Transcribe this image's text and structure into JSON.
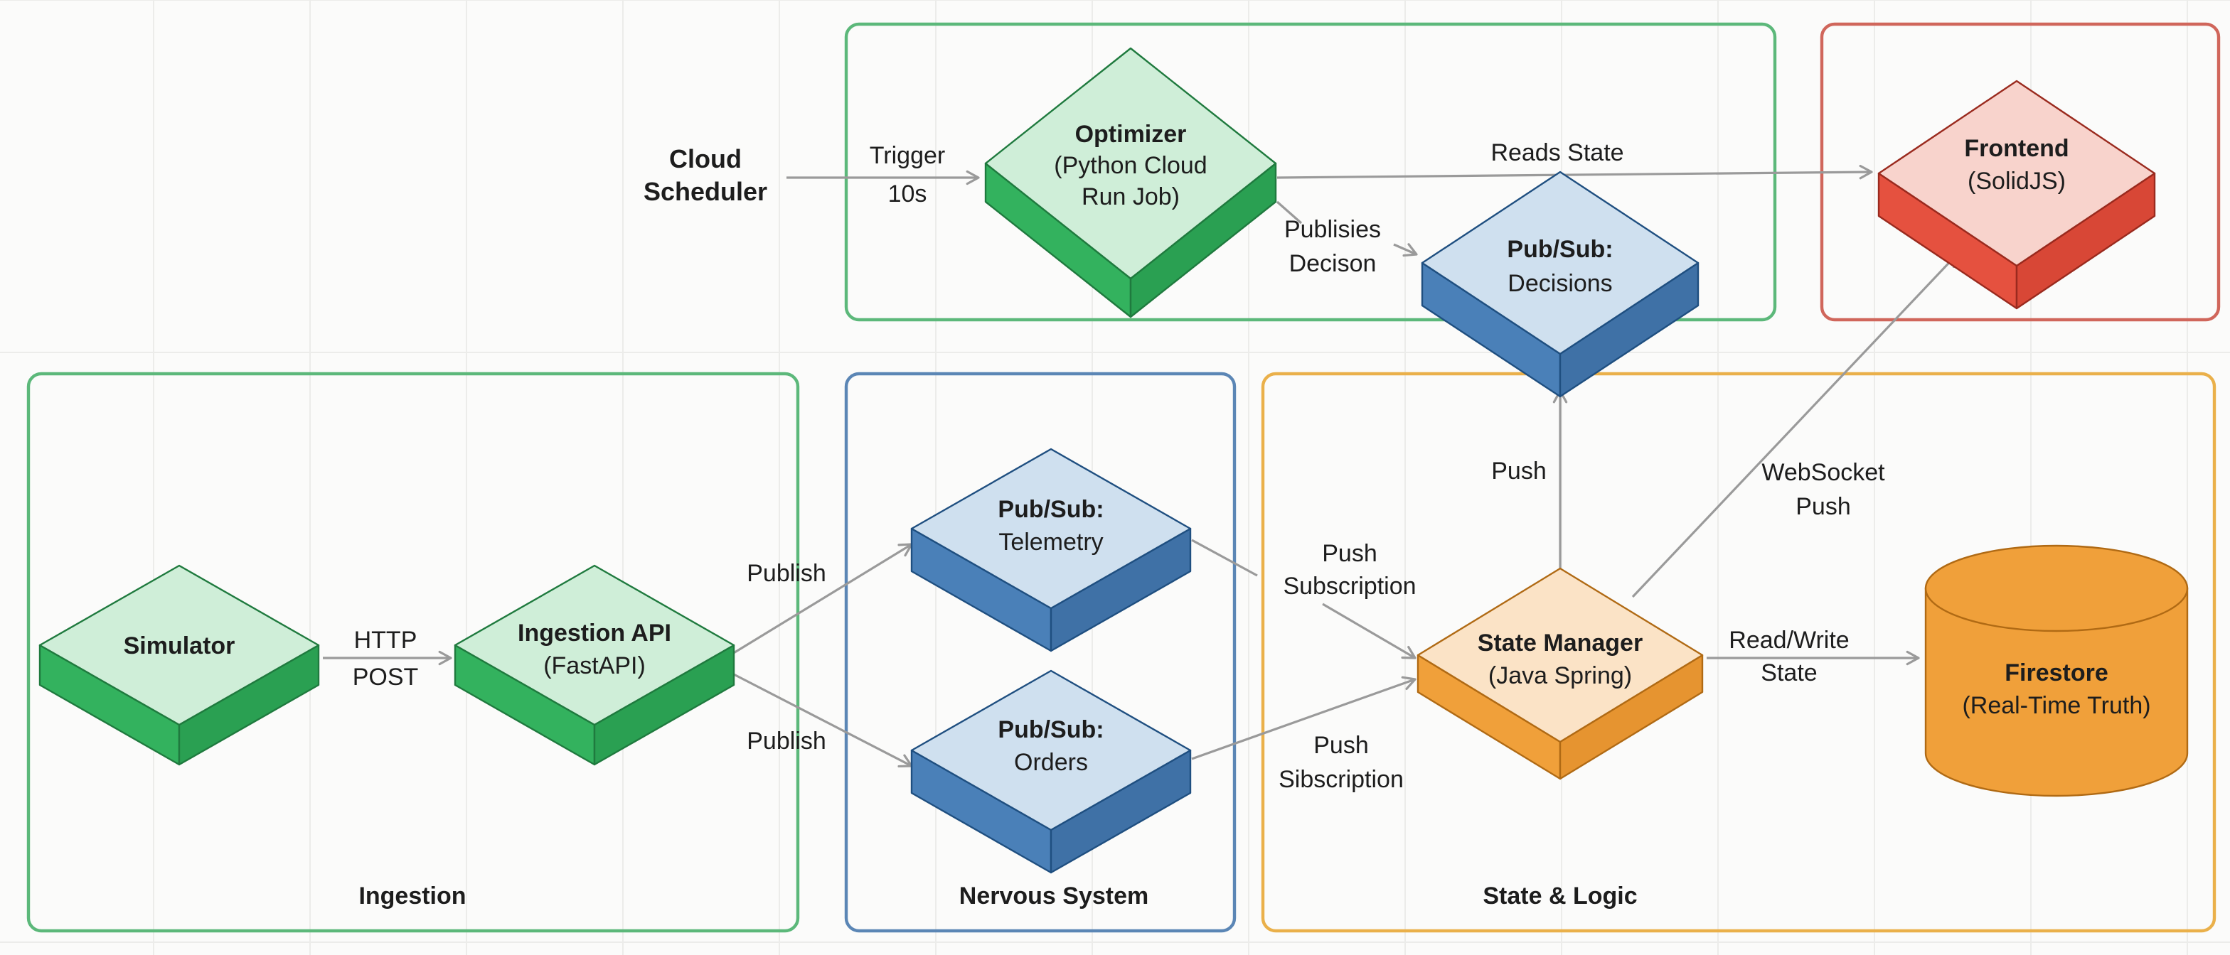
{
  "diagram": {
    "colors": {
      "green": {
        "top": "#cfeed8",
        "side": "#33b25e",
        "sideDark": "#2aa052",
        "stroke": "#1f7a3e",
        "box": "#5cb87a"
      },
      "blue": {
        "top": "#cfe0ef",
        "side": "#4a80b8",
        "sideDark": "#3f71a6",
        "stroke": "#1f4f80",
        "box": "#5b86b5"
      },
      "orange": {
        "top": "#fbe3c6",
        "side": "#f0a03a",
        "sideDark": "#e69430",
        "stroke": "#b06a14",
        "box": "#eab04a"
      },
      "red": {
        "top": "#f8d3cc",
        "side": "#e5513f",
        "sideDark": "#d84736",
        "stroke": "#9a2a1e",
        "box": "#d0665b"
      },
      "edge": "#9a9a9a",
      "text": "#1d1d1d"
    },
    "groups": [
      {
        "id": "optimizer-group",
        "label": "",
        "color": "green"
      },
      {
        "id": "frontend-group",
        "label": "",
        "color": "red"
      },
      {
        "id": "ingestion-group",
        "label": "Ingestion",
        "color": "green"
      },
      {
        "id": "nervous-system-group",
        "label": "Nervous System",
        "color": "blue"
      },
      {
        "id": "state-logic-group",
        "label": "State & Logic",
        "color": "orange"
      }
    ],
    "nodes": {
      "cloud_scheduler": {
        "lines": [
          "Cloud",
          "Scheduler"
        ]
      },
      "optimizer": {
        "lines": [
          "Optimizer",
          "(Python Cloud",
          "Run Job)"
        ],
        "color": "green"
      },
      "decisions": {
        "lines": [
          "Pub/Sub:",
          "Decisions"
        ],
        "color": "blue"
      },
      "frontend": {
        "lines": [
          "Frontend",
          "(SolidJS)"
        ],
        "color": "red"
      },
      "simulator": {
        "lines": [
          "Simulator"
        ],
        "color": "green"
      },
      "ingestion_api": {
        "lines": [
          "Ingestion API",
          "(FastAPI)"
        ],
        "color": "green"
      },
      "telemetry": {
        "lines": [
          "Pub/Sub:",
          "Telemetry"
        ],
        "color": "blue"
      },
      "orders": {
        "lines": [
          "Pub/Sub:",
          "Orders"
        ],
        "color": "blue"
      },
      "state_manager": {
        "lines": [
          "State Manager",
          "(Java Spring)"
        ],
        "color": "orange"
      },
      "firestore": {
        "lines": [
          "Firestore",
          "(Real-Time Truth)"
        ],
        "color": "orange"
      }
    },
    "edges": [
      {
        "id": "scheduler-to-optimizer",
        "lines": [
          "Trigger",
          "10s"
        ]
      },
      {
        "id": "optimizer-to-frontend",
        "lines": [
          "Reads State"
        ]
      },
      {
        "id": "optimizer-to-decisions",
        "lines": [
          "Publisies",
          "Decison"
        ]
      },
      {
        "id": "simulator-to-ingestion",
        "lines": [
          "HTTP",
          "POST"
        ]
      },
      {
        "id": "ingestion-to-telemetry",
        "lines": [
          "Publish"
        ]
      },
      {
        "id": "ingestion-to-orders",
        "lines": [
          "Publish"
        ]
      },
      {
        "id": "telemetry-to-state",
        "lines": [
          "Push",
          "Subscription"
        ]
      },
      {
        "id": "orders-to-state",
        "lines": [
          "Push",
          "Sibscription"
        ]
      },
      {
        "id": "state-to-decisions",
        "lines": [
          "Push"
        ]
      },
      {
        "id": "state-to-frontend",
        "lines": [
          "WebSocket",
          "Push"
        ]
      },
      {
        "id": "state-to-firestore",
        "lines": [
          "Read/Write",
          "State"
        ]
      }
    ]
  }
}
